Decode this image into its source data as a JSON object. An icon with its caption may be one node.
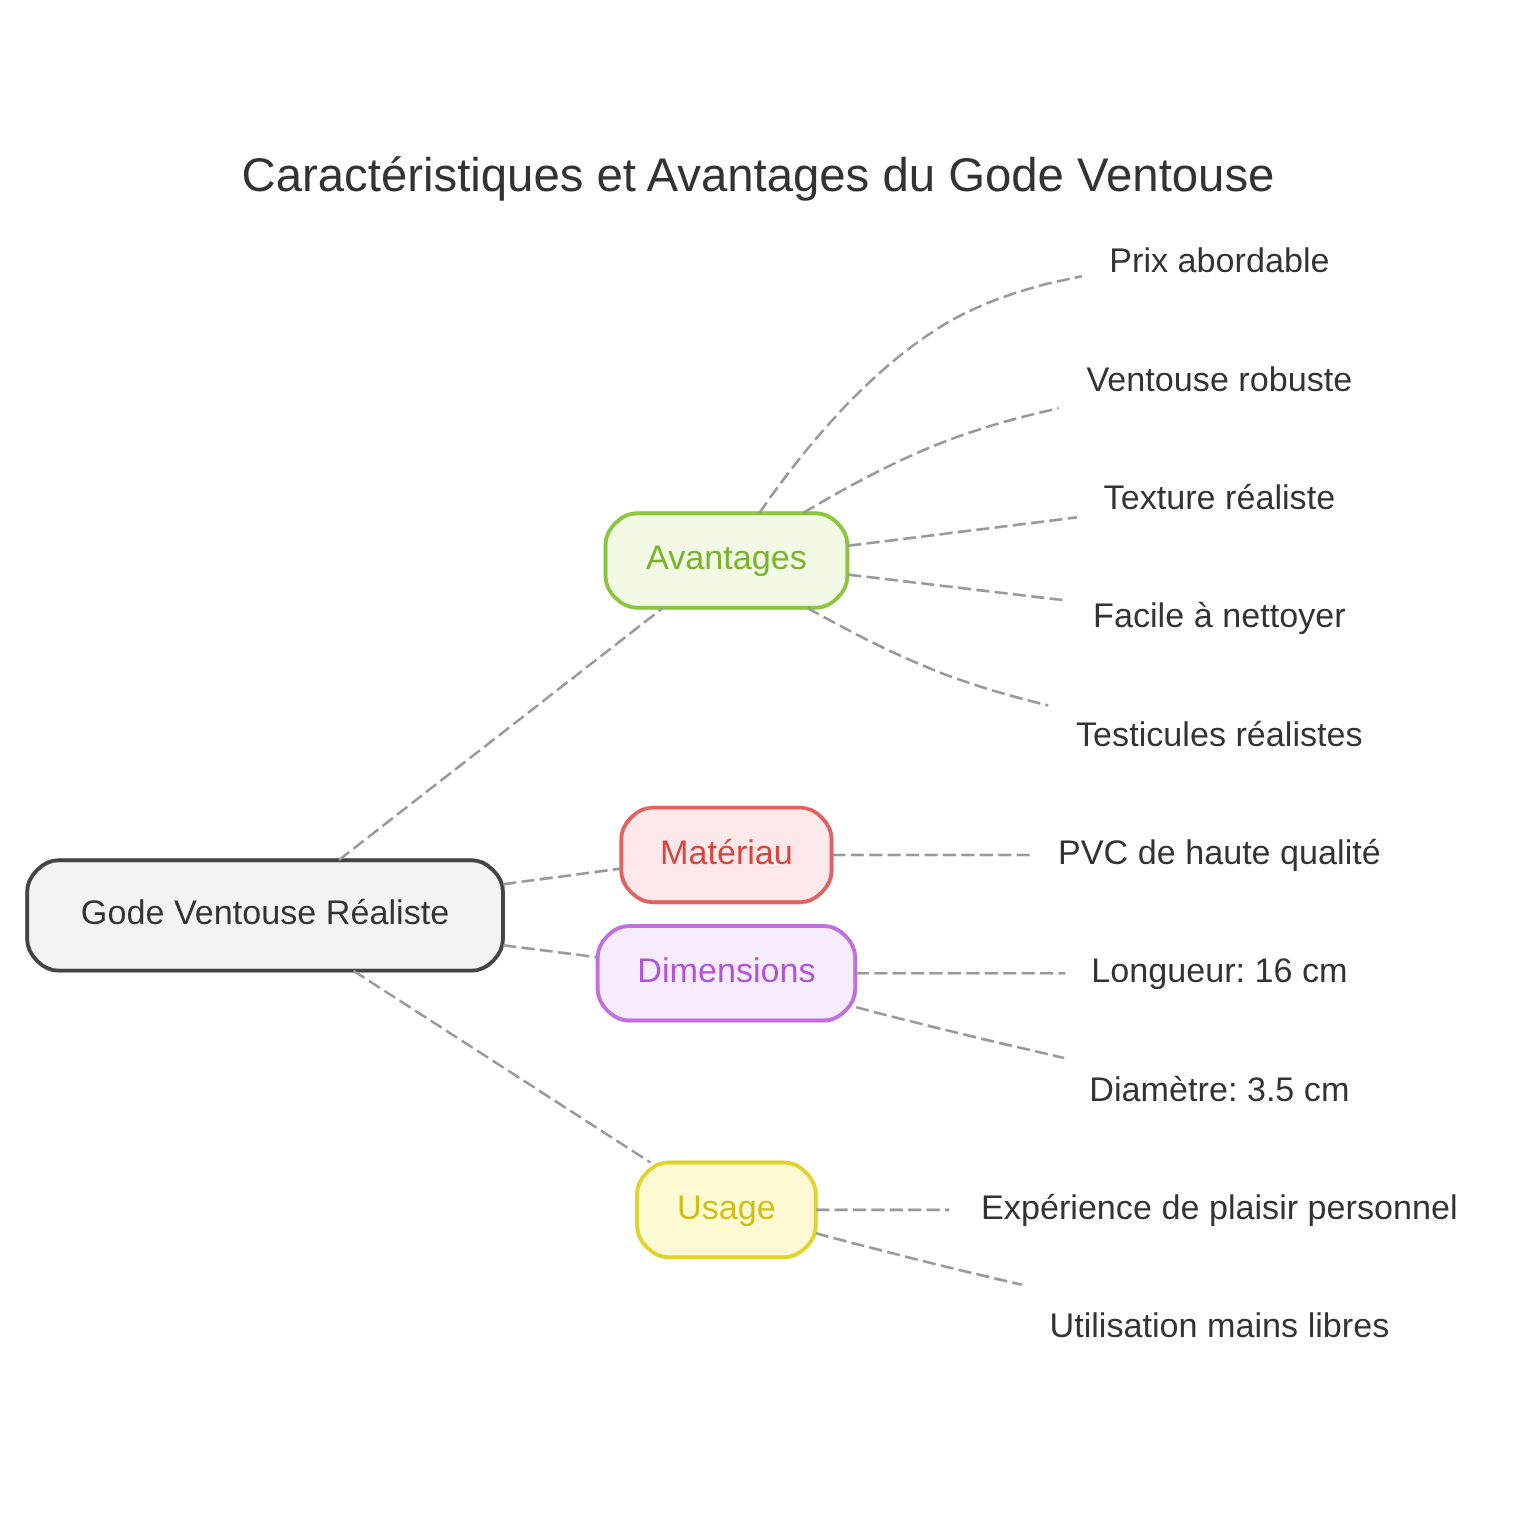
{
  "diagram": {
    "title": "Caractéristiques et Avantages du Gode Ventouse",
    "nodes": [
      {
        "text": [
          "Gode Ventouse Réaliste"
        ]
      },
      {
        "text": [
          "Avantages"
        ]
      },
      {
        "text": [
          "Prix abordable"
        ]
      },
      {
        "text": [
          "Ventouse robuste"
        ]
      },
      {
        "text": [
          "Texture réaliste"
        ]
      },
      {
        "text": [
          "Facile à nettoyer"
        ]
      },
      {
        "text": [
          "Testicules réalistes"
        ]
      },
      {
        "text": [
          "Matériau"
        ]
      },
      {
        "text": [
          "PVC de haute qualité"
        ]
      },
      {
        "text": [
          "Dimensions"
        ]
      },
      {
        "text": [
          "Longueur: 16 cm"
        ]
      },
      {
        "text": [
          "Diamètre: 3.5 cm"
        ]
      },
      {
        "text": [
          "Usage"
        ]
      },
      {
        "text": [
          "Expérience de plaisir personnel"
        ]
      },
      {
        "text": [
          "Utilisation mains libres"
        ]
      }
    ],
    "edges": [
      {
        "from": 0,
        "to": 1,
        "arrow": "none",
        "style": "dashed"
      },
      {
        "from": 1,
        "to": 2,
        "arrow": "none",
        "style": "dashed"
      },
      {
        "from": 1,
        "to": 3,
        "arrow": "none",
        "style": "dashed"
      },
      {
        "from": 1,
        "to": 4,
        "arrow": "none",
        "style": "dashed"
      },
      {
        "from": 1,
        "to": 5,
        "arrow": "none",
        "style": "dashed"
      },
      {
        "from": 1,
        "to": 6,
        "arrow": "none",
        "style": "dashed"
      },
      {
        "from": 0,
        "to": 7,
        "arrow": "none",
        "style": "dashed"
      },
      {
        "from": 7,
        "to": 8,
        "arrow": "none",
        "style": "dashed"
      },
      {
        "from": 0,
        "to": 9,
        "arrow": "none",
        "style": "dashed"
      },
      {
        "from": 9,
        "to": 10,
        "arrow": "none",
        "style": "dashed"
      },
      {
        "from": 9,
        "to": 11,
        "arrow": "none",
        "style": "dashed"
      },
      {
        "from": 0,
        "to": 12,
        "arrow": "none",
        "style": "dashed"
      },
      {
        "from": 12,
        "to": 13,
        "arrow": "none",
        "style": "dashed"
      },
      {
        "from": 12,
        "to": 14,
        "arrow": "none",
        "style": "dashed"
      }
    ]
  }
}
